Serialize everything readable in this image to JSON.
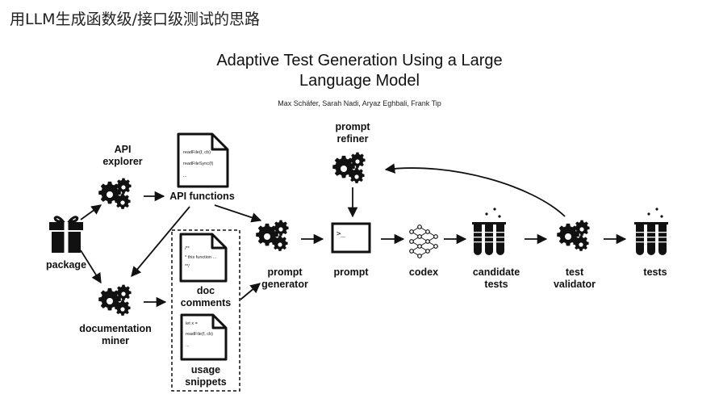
{
  "slide": {
    "title": "用LLM生成函数级/接口级测试的思路"
  },
  "paper": {
    "title_line1": "Adaptive Test Generation Using a Large",
    "title_line2": "Language Model",
    "authors": "Max Schäfer, Sarah Nadi, Aryaz Eghbali, Frank Tip"
  },
  "nodes": {
    "package": "package",
    "api_explorer_1": "API",
    "api_explorer_2": "explorer",
    "api_functions": "API functions",
    "documentation_miner_1": "documentation",
    "documentation_miner_2": "miner",
    "doc_comments_1": "doc",
    "doc_comments_2": "comments",
    "usage_snippets_1": "usage",
    "usage_snippets_2": "snippets",
    "prompt_generator_1": "prompt",
    "prompt_generator_2": "generator",
    "prompt_refiner_1": "prompt",
    "prompt_refiner_2": "refiner",
    "prompt": "prompt",
    "codex": "codex",
    "candidate_tests_1": "candidate",
    "candidate_tests_2": "tests",
    "test_validator_1": "test",
    "test_validator_2": "validator",
    "tests": "tests"
  },
  "doc_contents": {
    "api_doc_line1": "readFile(f, cb)",
    "api_doc_line2": "readFileSync(f)",
    "api_doc_line3": "...",
    "comment_line1": "/**",
    "comment_line2": " *   this function ...",
    "comment_line3": " **/",
    "snippet_line1": "let x =",
    "snippet_line2": "  readFile(f, cb)",
    "snippet_line3": "...",
    "terminal_prompt": ">_"
  },
  "icons": [
    "gift-icon",
    "gears-icon",
    "document-icon",
    "terminal-icon",
    "neural-network-icon",
    "test-tubes-icon"
  ]
}
